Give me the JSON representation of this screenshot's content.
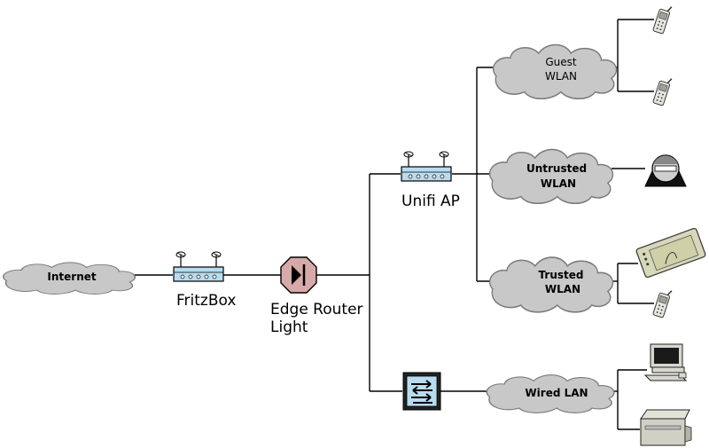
{
  "clouds": {
    "internet": "Internet",
    "guest_line1": "Guest",
    "guest_line2": "WLAN",
    "untrusted_line1": "Untrusted",
    "untrusted_line2": "WLAN",
    "trusted_line1": "Trusted",
    "trusted_line2": "WLAN",
    "wired": "Wired LAN"
  },
  "devices": {
    "fritzbox": "FritzBox",
    "edge_line1": "Edge Router",
    "edge_line2": "Light",
    "unifi": "Unifi AP"
  },
  "colors": {
    "cloud_fill": "#c8c8c8",
    "router_fill": "#b8dcef",
    "edge_fill": "#d8a9a9"
  },
  "icons": [
    "router-icon",
    "edge-router-icon",
    "switch-icon",
    "phone-icon",
    "webcam-icon",
    "tablet-icon",
    "desktop-icon",
    "printer-icon"
  ]
}
